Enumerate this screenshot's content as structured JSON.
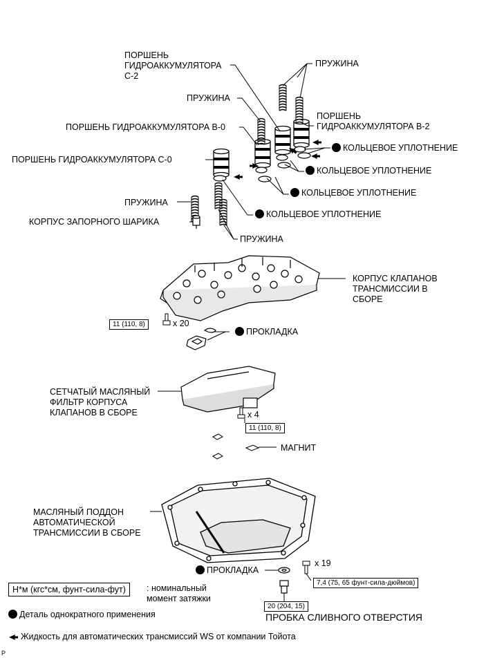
{
  "labels": {
    "piston_c2": "ПОРШЕНЬ\nГИДРОАККУМУЛЯТОРА\nC-2",
    "spring_top": "ПРУЖИНА",
    "spring_mid": "ПРУЖИНА",
    "piston_b2": "ПОРШЕНЬ\nГИДРОАККУМУЛЯТОРА B-2",
    "piston_b0": "ПОРШЕНЬ ГИДРОАККУМУЛЯТОРА B-0",
    "oring_1": "КОЛЬЦЕВОЕ УПЛОТНЕНИЕ",
    "piston_c0": "ПОРШЕНЬ ГИДРОАККУМУЛЯТОРА C-0",
    "oring_2": "КОЛЬЦЕВОЕ УПЛОТНЕНИЕ",
    "oring_3": "КОЛЬЦЕВОЕ УПЛОТНЕНИЕ",
    "spring_left": "ПРУЖИНА",
    "oring_4": "КОЛЬЦЕВОЕ УПЛОТНЕНИЕ",
    "check_ball_body": "КОРПУС ЗАПОРНОГО ШАРИКА",
    "spring_bottom": "ПРУЖИНА",
    "valve_body": "КОРПУС КЛАПАНОВ\nТРАНСМИССИИ В\nСБОРЕ",
    "gasket_1": "ПРОКЛАДКА",
    "strainer": "СЕТЧАТЫЙ МАСЛЯНЫЙ\nФИЛЬТР КОРПУСА\nКЛАПАНОВ В СБОРЕ",
    "magnet": "МАГНИТ",
    "oil_pan": "МАСЛЯНЫЙ ПОДДОН\nАВТОМАТИЧЕСКОЙ\nТРАНСМИССИИ В СБОРЕ",
    "gasket_2": "ПРОКЛАДКА",
    "drain_plug": "ПРОБКА СЛИВНОГО ОТВЕРСТИЯ"
  },
  "torques": {
    "valve_body_bolts": "11 (110, 8)",
    "strainer_bolts": "11 (110, 8)",
    "pan_bolts": "7,4 (75, 65 фунт-сила-дюймов)",
    "drain_plug": "20 (204, 15)"
  },
  "quantities": {
    "valve_body_bolts": "x 20",
    "strainer_bolts": "x 4",
    "pan_bolts": "x 19"
  },
  "legend": {
    "torque_unit": "Н*м (кгс*см, фунт-сила-фут)",
    "torque_desc": ": номинальный\nмомент затяжки",
    "non_reusable": "Деталь однократного применения",
    "fluid": "Жидкость для автоматических трансмиссий WS от компании Тойота"
  },
  "corner_mark": "P"
}
